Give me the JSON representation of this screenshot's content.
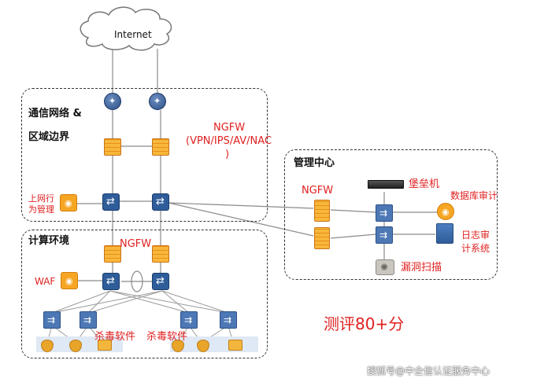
{
  "cloud_label": "Internet",
  "zones": {
    "boundary": {
      "title_line1": "通信网络 &",
      "title_line2": "区域边界"
    },
    "compute": {
      "title": "计算环境"
    },
    "management": {
      "title": "管理中心"
    }
  },
  "labels": {
    "ngfw_top_line1": "NGFW",
    "ngfw_top_line2": "(VPN/IPS/AV/NAC",
    "ngfw_top_line3": ")",
    "internet_behavior_line1": "上网行",
    "internet_behavior_line2": "为管理",
    "ngfw_compute": "NGFW",
    "waf": "WAF",
    "antivirus_left": "杀毒软件",
    "antivirus_right": "杀毒软件",
    "ngfw_mgmt": "NGFW",
    "bastion": "堡垒机",
    "db_audit": "数据库审计",
    "log_audit_line1": "日志审",
    "log_audit_line2": "计系统",
    "vuln_scan": "漏洞扫描",
    "score": "测评80+分",
    "watermark": "搜狐号@中企信认证服务中心"
  },
  "colors": {
    "accent_red": "#e02020",
    "line": "#8a8a8a",
    "firewall": "#f7b73a",
    "switch": "#2f5d9a"
  }
}
